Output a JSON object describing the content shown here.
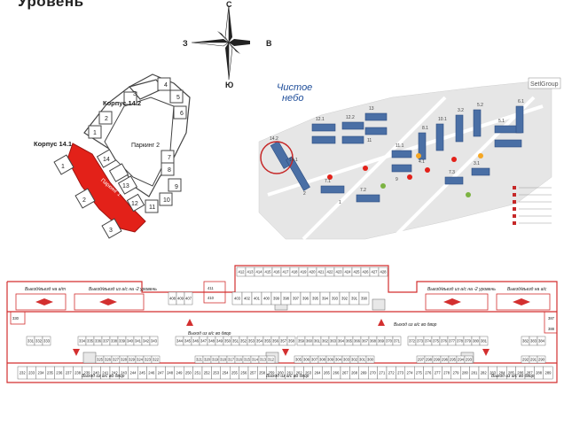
{
  "header": {
    "title": "Уровень"
  },
  "compass": {
    "north": "С",
    "south": "Ю",
    "west": "З",
    "east": "В"
  },
  "site_plan": {
    "korpus_14_2": "Корпус 14.2",
    "korpus_14_1": "Корпус 14.1",
    "parking_2": "Паркинг 2",
    "parking_1": "Паркинг 1",
    "sections": [
      "1",
      "2",
      "3",
      "4",
      "5",
      "6",
      "7",
      "8",
      "9",
      "10",
      "11",
      "12",
      "13",
      "14"
    ]
  },
  "masterplan": {
    "logo_line1": "Чистое",
    "logo_line2": "небо",
    "brand": "SetlGroup",
    "blocks": [
      "14.2",
      "14.1",
      "12.1",
      "12.2",
      "13",
      "11",
      "11.1",
      "9",
      "8.1",
      "10.1",
      "3.2",
      "5.2",
      "5.1",
      "6.1",
      "7.1",
      "7.2",
      "7.3",
      "3.1",
      "4.1",
      "2",
      "1"
    ]
  },
  "floor_plan": {
    "exit_left_outer": "Выезд/въезд\nна а/т",
    "exit_left_inner": "Выезд/въезд из а/с\nна -2 уровень",
    "exit_right_inner": "Выезд/въезд из а/с\nна -2 уровень",
    "exit_right_outer": "Выезд/въезд\nна а/с",
    "exit_door": "Выход из а/с\nво двор",
    "small_rooms": [
      "411",
      "410",
      "330",
      "387",
      "388"
    ],
    "top_row_a": [
      "408",
      "409",
      "407"
    ],
    "top_row_b": [
      "403",
      "402",
      "401",
      "400",
      "399",
      "398",
      "397",
      "396",
      "395",
      "394",
      "393",
      "392",
      "391",
      "390"
    ],
    "top_row_c": [
      "412",
      "413",
      "414",
      "415",
      "416",
      "417",
      "418",
      "419",
      "420",
      "421",
      "422",
      "423",
      "424",
      "425",
      "426",
      "427",
      "428"
    ],
    "row1_left": [
      "331",
      "332",
      "333"
    ],
    "row1_a": [
      "334",
      "335",
      "336",
      "337",
      "338",
      "339",
      "340",
      "341",
      "342",
      "343"
    ],
    "row1_b": [
      "344",
      "345",
      "346",
      "347",
      "348",
      "349",
      "350",
      "351",
      "352",
      "353",
      "354",
      "355",
      "356",
      "357",
      "358"
    ],
    "row1_c": [
      "359",
      "360",
      "361",
      "362",
      "363",
      "364",
      "365",
      "366",
      "367",
      "368",
      "369",
      "370",
      "371"
    ],
    "row1_d": [
      "372",
      "373",
      "374",
      "375",
      "376",
      "377",
      "378",
      "379",
      "380",
      "381"
    ],
    "row1_e": [
      "382",
      "383",
      "384"
    ],
    "row2_a": [
      "325",
      "326",
      "327",
      "328",
      "329",
      "324",
      "323",
      "322"
    ],
    "row2_b": [
      "321",
      "320",
      "319",
      "318",
      "317",
      "316",
      "315",
      "314",
      "313",
      "312"
    ],
    "row2_c": [
      "305",
      "306",
      "307",
      "308",
      "309",
      "304",
      "303",
      "302",
      "301",
      "300"
    ],
    "row2_d": [
      "297",
      "298",
      "299",
      "296",
      "295",
      "294",
      "293"
    ],
    "row2_e": [
      "292",
      "291",
      "290"
    ],
    "bottom_row": [
      "232",
      "233",
      "234",
      "235",
      "236",
      "237",
      "238",
      "239",
      "240",
      "241",
      "242",
      "243",
      "244",
      "245",
      "246",
      "247",
      "248",
      "249",
      "250",
      "251",
      "252",
      "253",
      "254",
      "255",
      "256",
      "257",
      "258",
      "259",
      "260",
      "261",
      "262",
      "263",
      "264",
      "265",
      "266",
      "267",
      "268",
      "269",
      "270",
      "271",
      "272",
      "273",
      "274",
      "275",
      "276",
      "277",
      "278",
      "279",
      "280",
      "281",
      "282",
      "283",
      "284",
      "285",
      "286",
      "287",
      "288",
      "289"
    ]
  },
  "colors": {
    "parking1": "#e32119",
    "walls": "#d32f2f",
    "outline": "#444444"
  }
}
